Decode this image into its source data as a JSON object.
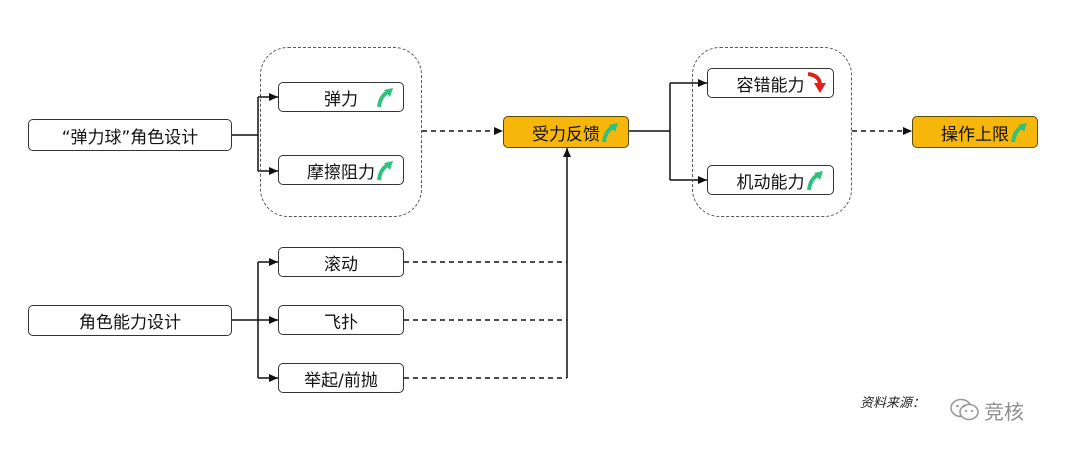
{
  "nodes": {
    "ball_design": "“弹力球”角色设计",
    "elasticity": "弹力",
    "friction": "摩擦阻力",
    "force_feedback": "受力反馈",
    "fault_tolerance": "容错能力",
    "mobility": "机动能力",
    "operation_limit": "操作上限",
    "ability_design": "角色能力设计",
    "roll": "滚动",
    "pounce": "飞扑",
    "lift_throw": "举起/前抛"
  },
  "icons": {
    "up": "green-up-arrow-icon",
    "down": "red-down-arrow-icon",
    "up_color": "#2ec27e",
    "down_color": "#e0201b"
  },
  "highlight_color": "#f7b60a",
  "source": "资料来源：",
  "watermark": "竞核"
}
